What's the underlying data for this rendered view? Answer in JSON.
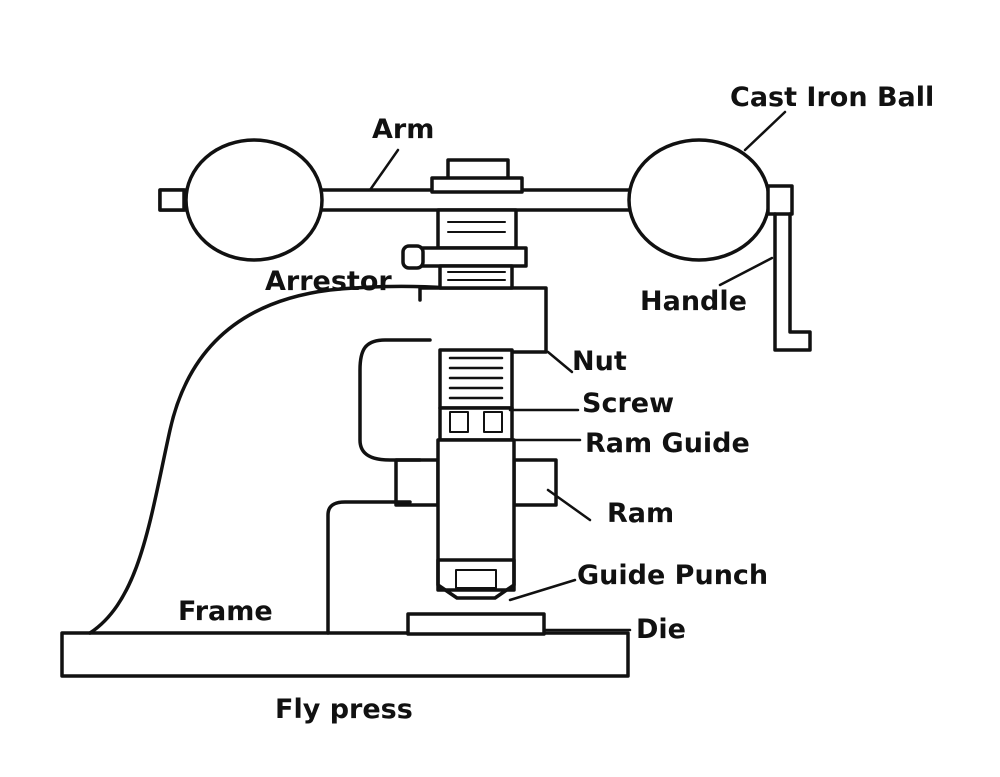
{
  "labels": {
    "arm": "Arm",
    "cast_iron_ball": "Cast Iron Ball",
    "arrestor": "Arrestor",
    "handle": "Handle",
    "nut": "Nut",
    "screw": "Screw",
    "ram_guide": "Ram Guide",
    "ram": "Ram",
    "guide_punch": "Guide Punch",
    "frame": "Frame",
    "die": "Die"
  },
  "caption": "Fly press"
}
